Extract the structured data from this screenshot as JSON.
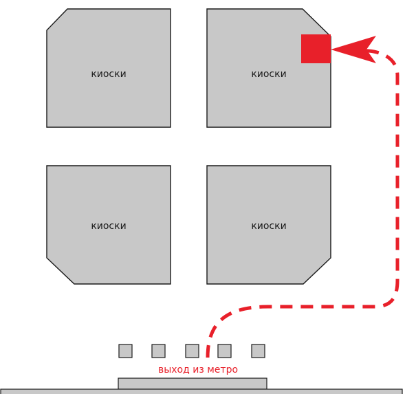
{
  "kiosks": [
    {
      "label": "киоски"
    },
    {
      "label": "киоски"
    },
    {
      "label": "киоски"
    },
    {
      "label": "киоски"
    }
  ],
  "exit": {
    "label": "выход из метро",
    "square_count": 5
  },
  "colors": {
    "route": "#e8202a",
    "target_marker": "#e8202a",
    "kiosk_fill": "#c8c8c8",
    "outline": "#1a1a1a",
    "background": "#ffffff"
  },
  "icons": {
    "route_arrow": "arrow-left-icon",
    "target_marker": "square-marker-icon"
  }
}
